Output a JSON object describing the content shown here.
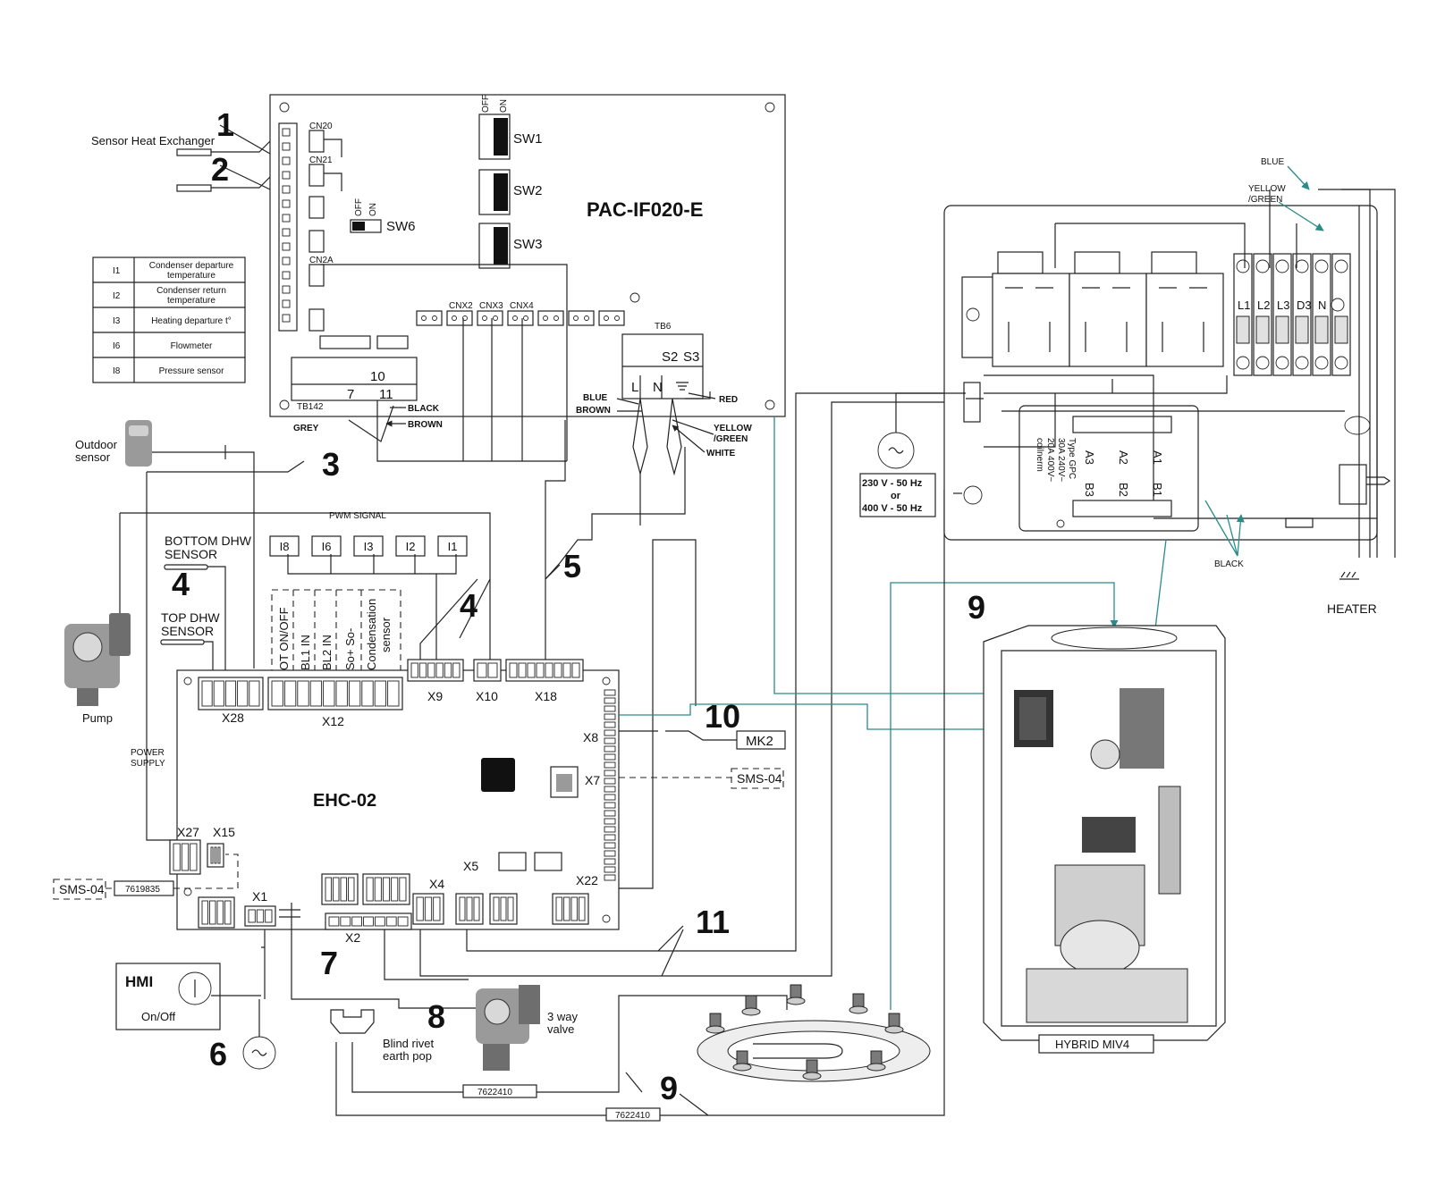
{
  "boards": {
    "pac": "PAC-IF020-E",
    "ehc": "EHC-02",
    "hybrid": "HYBRID MIV4",
    "hmi": "HMI",
    "hmi_onoff": "On/Off"
  },
  "callouts": [
    "1",
    "2",
    "3",
    "4",
    "4",
    "5",
    "6",
    "7",
    "8",
    "9",
    "9",
    "10",
    "11"
  ],
  "pac_labels": {
    "cn20": "CN20",
    "cn21": "CN21",
    "cn2a": "CN2A",
    "sw1": "SW1",
    "sw2": "SW2",
    "sw3": "SW3",
    "sw6": "SW6",
    "off": "OFF",
    "on": "ON",
    "cnx2": "CNX2",
    "cnx3": "CNX3",
    "cnx4": "CNX4",
    "tb6": "TB6",
    "tb142": "TB142",
    "tb6_s2": "S2",
    "tb6_s3": "S3",
    "tb6_l": "L",
    "tb6_n": "N",
    "tb142_10": "10",
    "tb142_7": "7",
    "tb142_11": "11"
  },
  "wire_labels": {
    "blue": "BLUE",
    "brown": "BROWN",
    "red": "RED",
    "yellow": "YELLOW",
    "green": "/GREEN",
    "white": "WHITE",
    "black": "BLACK",
    "grey": "GREY",
    "brown2": "BROWN",
    "blue_heater": "BLUE",
    "yg_heater_1": "YELLOW",
    "yg_heater_2": "/GREEN",
    "black_heater": "BLACK"
  },
  "sensor_table": [
    {
      "code": "I1",
      "desc": "Condenser departure temperature",
      "line1": "Condenser departure",
      "line2": "temperature"
    },
    {
      "code": "I2",
      "desc": "Condenser return temperature",
      "line1": "Condenser return",
      "line2": "temperature"
    },
    {
      "code": "I3",
      "desc": "Heating departure t°",
      "line1": "Heating departure t°",
      "line2": ""
    },
    {
      "code": "I6",
      "desc": "Flowmeter",
      "line1": "Flowmeter",
      "line2": ""
    },
    {
      "code": "I8",
      "desc": "Pressure sensor",
      "line1": "Pressure sensor",
      "line2": ""
    }
  ],
  "sensor_boxes": [
    "I8",
    "I6",
    "I3",
    "I2",
    "I1"
  ],
  "labels": {
    "sensor_hx": "Sensor Heat Exchanger",
    "outdoor_1": "Outdoor",
    "outdoor_2": "sensor",
    "bottom_dhw_1": "BOTTOM DHW",
    "bottom_dhw_2": "SENSOR",
    "top_dhw_1": "TOP DHW",
    "top_dhw_2": "SENSOR",
    "pump": "Pump",
    "power_1": "POWER",
    "power_2": "SUPPLY",
    "pwm": "PWM SIGNAL",
    "valve_1": "3 way",
    "valve_2": "valve",
    "rivet_1": "Blind rivet",
    "rivet_2": "earth pop",
    "heater": "HEATER",
    "mk2": "MK2",
    "sms_right": "SMS-04",
    "sms_left": "SMS-04",
    "ref_7619835": "7619835",
    "ref_7622410_a": "7622410",
    "ref_7622410_b": "7622410",
    "supply_1": "230 V - 50 Hz",
    "supply_2": "or",
    "supply_3": "400 V - 50 Hz",
    "contactor_1": "Type GPC",
    "contactor_2": "30A 240V~",
    "contactor_3": "20A 400V~",
    "contactor_4": "coilnerm",
    "a1": "A1",
    "a2": "A2",
    "a3": "A3",
    "b1": "B1",
    "b2": "B2",
    "b3": "B3",
    "l1": "L1",
    "l2": "L2",
    "l3": "L3",
    "d3": "D3",
    "n": "N"
  },
  "x12_columns": [
    "OT ON/OFF",
    "BL1 IN",
    "BL2 IN",
    "So+ So-",
    "Condensation",
    "sensor"
  ],
  "connectors": {
    "x28": "X28",
    "x12": "X12",
    "x9": "X9",
    "x10": "X10",
    "x18": "X18",
    "x8": "X8",
    "x7": "X7",
    "x27": "X27",
    "x15": "X15",
    "x1": "X1",
    "x2": "X2",
    "x4": "X4",
    "x5": "X5",
    "x22": "X22"
  }
}
